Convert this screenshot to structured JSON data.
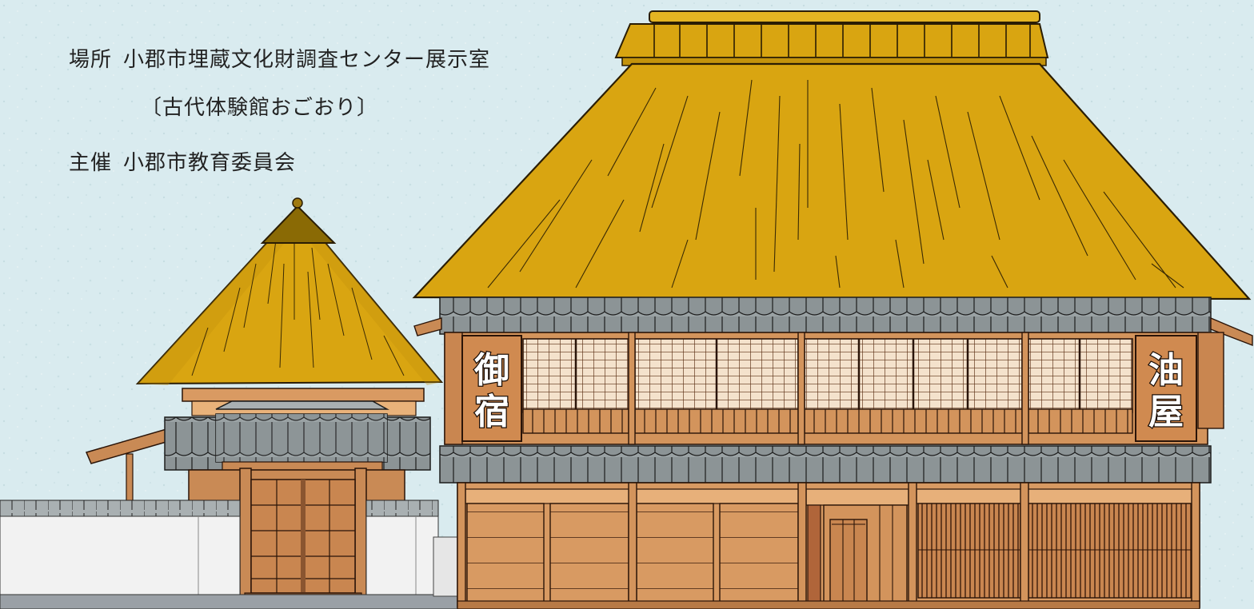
{
  "info": {
    "venue_label": "場所",
    "venue_name": "小郡市埋蔵文化財調査センター展示室",
    "venue_sub": "〔古代体験館おごおり〕",
    "organizer_label": "主催",
    "organizer_name": "小郡市教育委員会"
  },
  "signboards": {
    "left": [
      "御",
      "宿"
    ],
    "right": [
      "油",
      "屋"
    ]
  },
  "colors": {
    "background": "#d9ebef",
    "thatch": "#d9a511",
    "thatch_dark": "#8a6a05",
    "tile": "#8e9698",
    "wood": "#d3945c",
    "wood_dark": "#3b1c0c",
    "plaster": "#f2f2f2"
  }
}
